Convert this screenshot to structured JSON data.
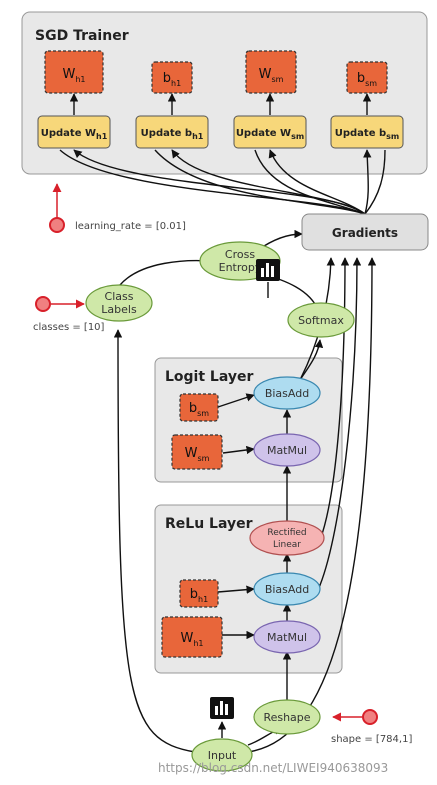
{
  "groups": {
    "sgd_trainer": "SGD Trainer",
    "logit_layer": "Logit Layer",
    "relu_layer": "ReLu Layer"
  },
  "trainer_vars": [
    {
      "base": "W",
      "sub": "h1"
    },
    {
      "base": "b",
      "sub": "h1"
    },
    {
      "base": "W",
      "sub": "sm"
    },
    {
      "base": "b",
      "sub": "sm"
    }
  ],
  "update_ops": [
    {
      "base": "Update W",
      "sub": "h1"
    },
    {
      "base": "Update b",
      "sub": "h1"
    },
    {
      "base": "Update W",
      "sub": "sm"
    },
    {
      "base": "Update b",
      "sub": "sm"
    }
  ],
  "nodes": {
    "gradients": "Gradients",
    "cross_entropy_1": "Cross",
    "cross_entropy_2": "Entropy",
    "class_labels_1": "Class",
    "class_labels_2": "Labels",
    "softmax": "Softmax",
    "logit_biasadd": "BiasAdd",
    "logit_matmul": "MatMul",
    "relu_1": "Rectified",
    "relu_2": "Linear",
    "relu_biasadd": "BiasAdd",
    "relu_matmul": "MatMul",
    "reshape": "Reshape",
    "input": "Input"
  },
  "logit_vars": [
    {
      "base": "b",
      "sub": "sm"
    },
    {
      "base": "W",
      "sub": "sm"
    }
  ],
  "relu_vars": [
    {
      "base": "b",
      "sub": "h1"
    },
    {
      "base": "W",
      "sub": "h1"
    }
  ],
  "params": {
    "learning_rate": "learning_rate = [0.01]",
    "classes": "classes = [10]",
    "shape": "shape = [784,1]"
  },
  "watermark": "https://blog.csdn.net/LIWEI940638093",
  "colors": {
    "group_bg": "#e8e8e8",
    "variable": "#e8663a",
    "update_op": "#f7d77a",
    "green_op": "#cfe8a8",
    "purple_op": "#cfc3ea",
    "blue_op": "#aedcf0",
    "pink_op": "#f5b3b3",
    "param_red": "#d8202a"
  }
}
